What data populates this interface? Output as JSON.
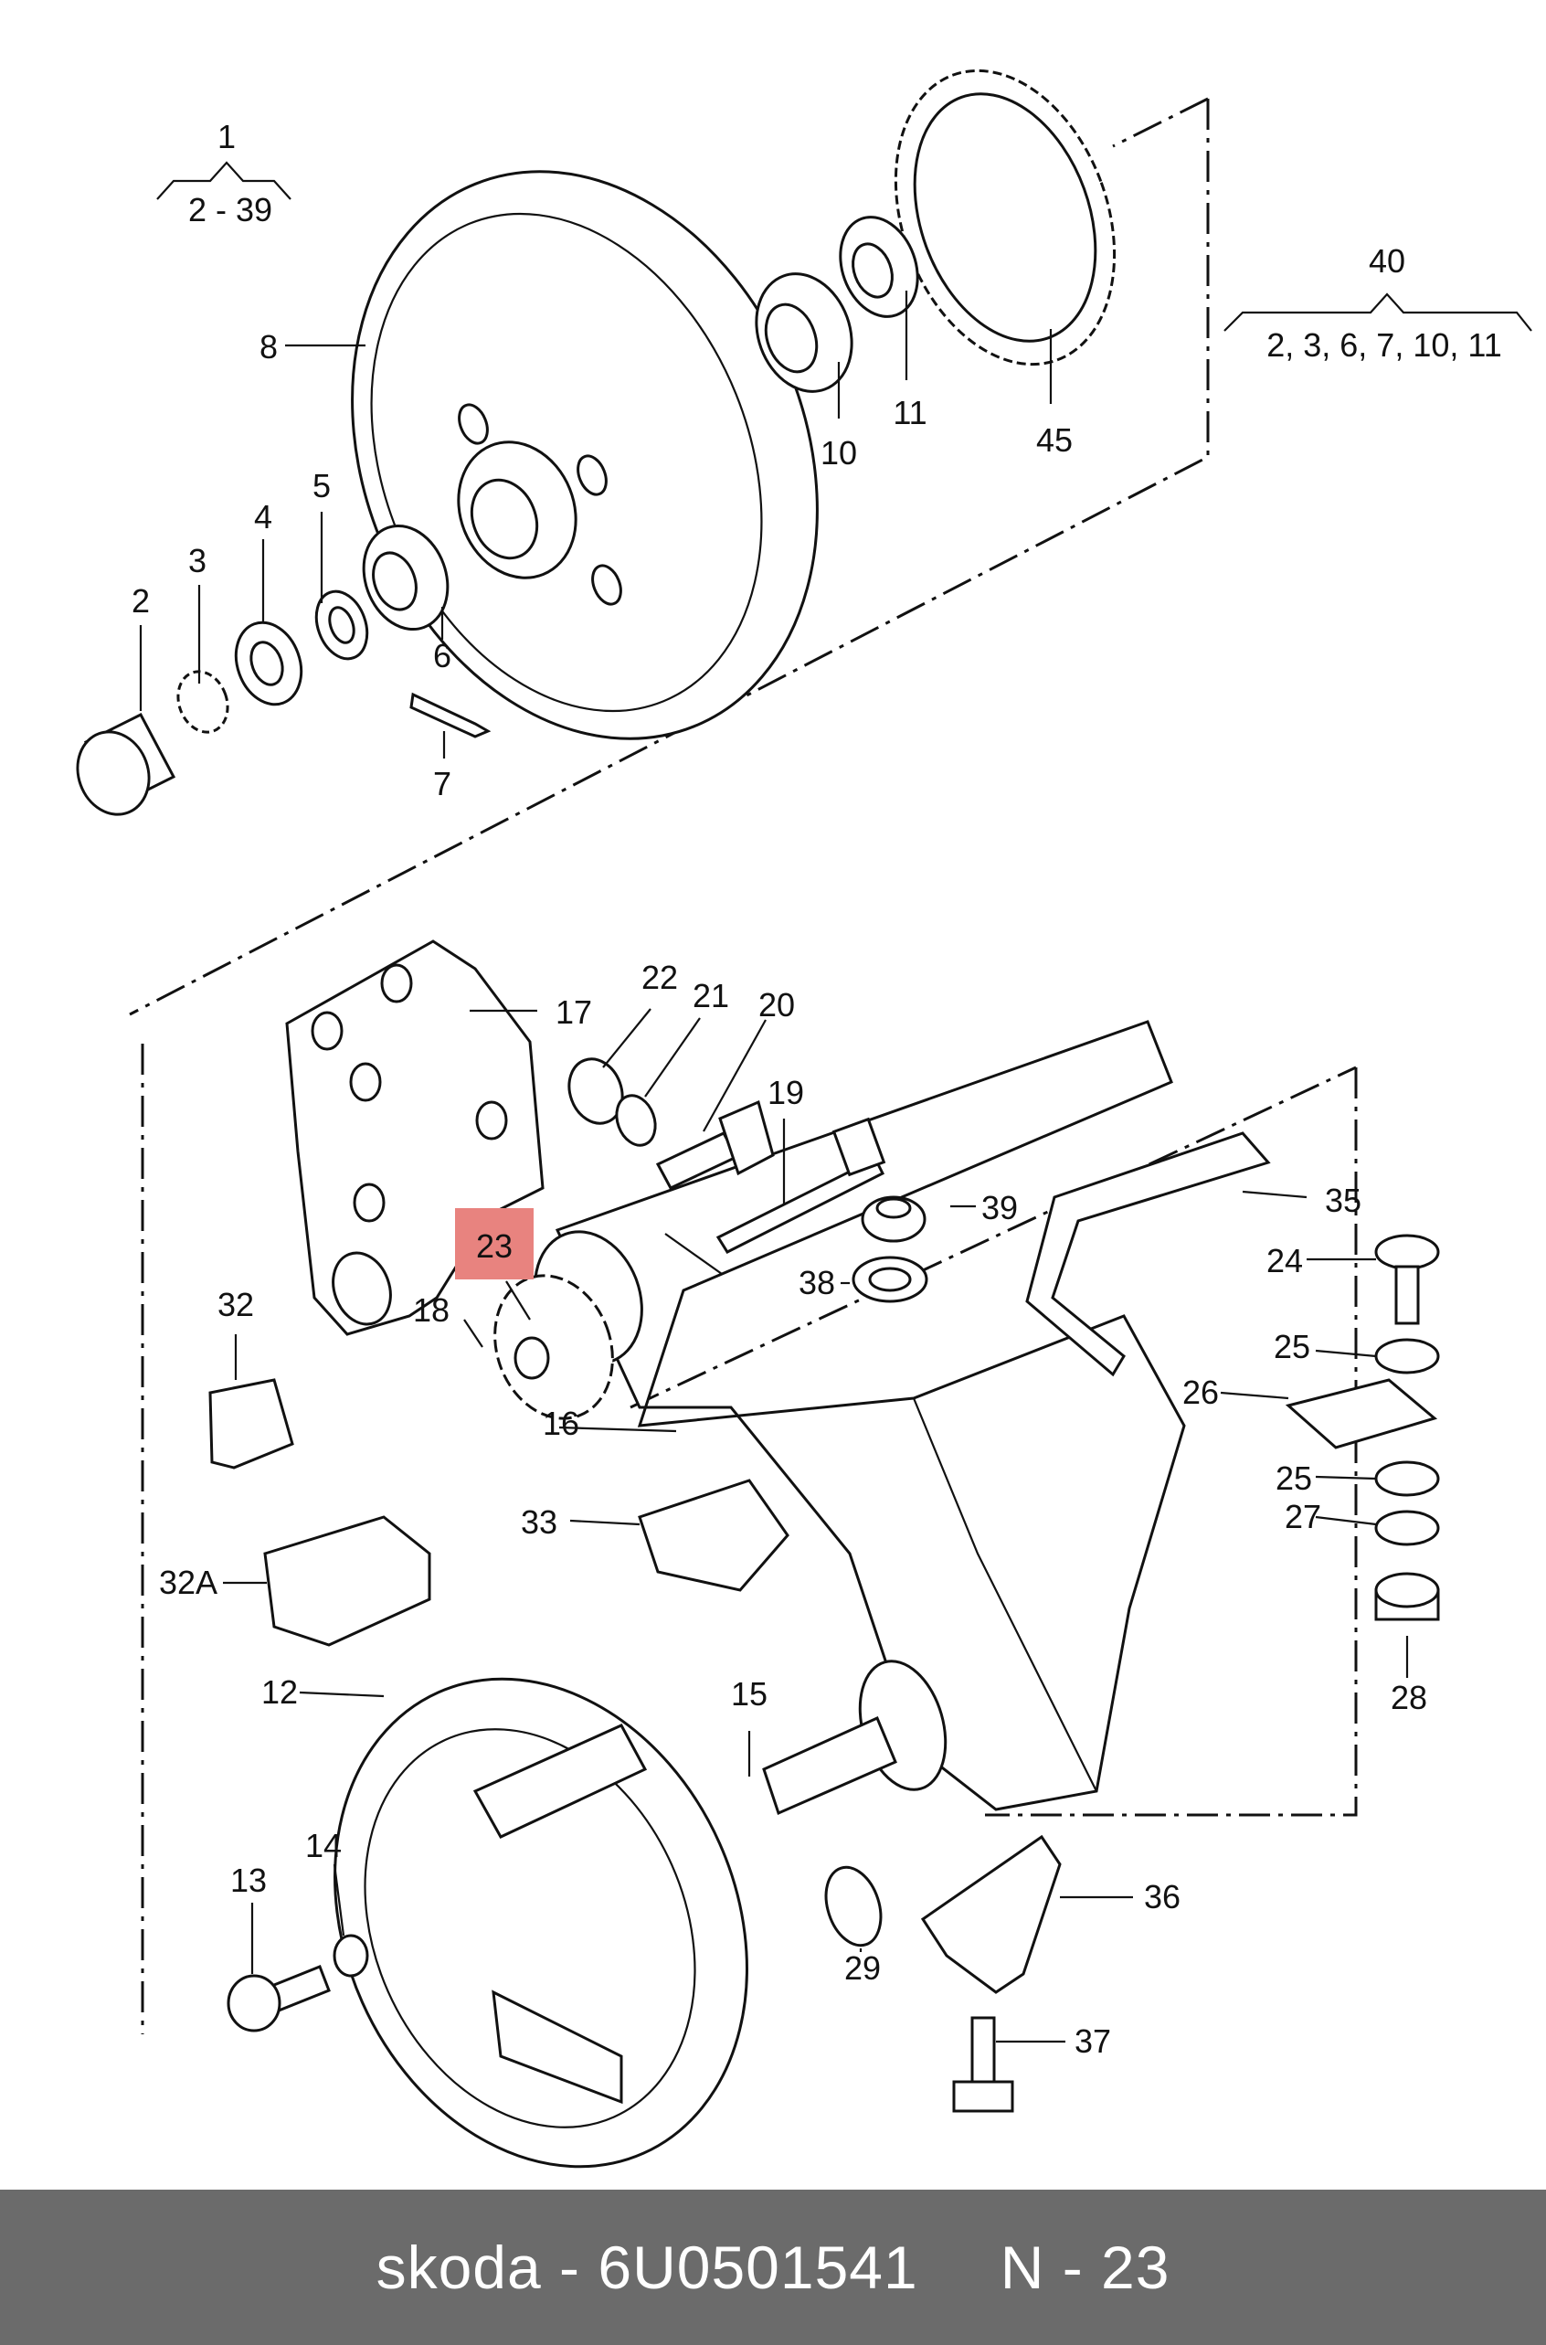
{
  "groups": {
    "g1": {
      "number": "1",
      "range": "2 - 39"
    },
    "g40": {
      "number": "40",
      "parts": "2, 3, 6, 7, 10, 11"
    }
  },
  "callouts": [
    "2",
    "3",
    "4",
    "5",
    "6",
    "7",
    "8",
    "10",
    "11",
    "45",
    "12",
    "13",
    "14",
    "15",
    "16",
    "17",
    "18",
    "19",
    "20",
    "21",
    "22",
    "24",
    "25",
    "25",
    "26",
    "27",
    "28",
    "29",
    "32",
    "32A",
    "33",
    "35",
    "36",
    "37",
    "38",
    "39"
  ],
  "highlight": {
    "label": "23",
    "color": "#e8837f"
  },
  "footer": {
    "brand": "skoda",
    "separator": "-",
    "part_number": "6U0501541",
    "position": "N - 23"
  }
}
